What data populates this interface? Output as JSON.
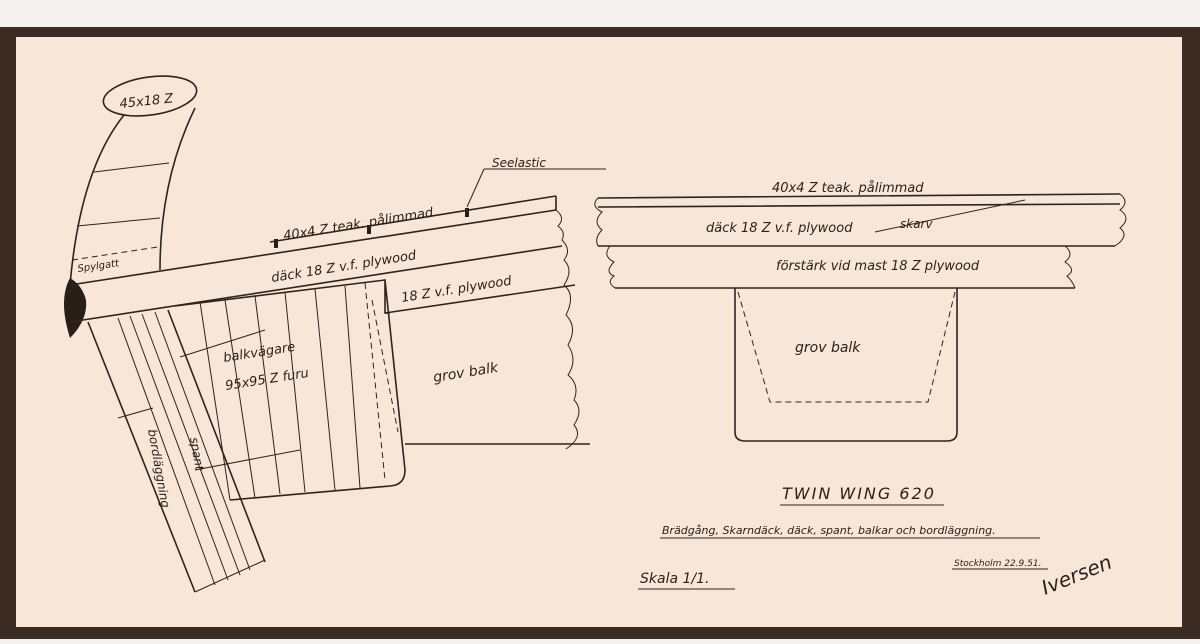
{
  "drawing": {
    "left_section": {
      "rail_label": "45x18 Z",
      "seelastic_label": "Seelastic",
      "teak_label": "40x4 Z teak. pålimmad",
      "scupper_label": "Spylgatt",
      "deck_label": "däck 18 Z v.f. plywood",
      "plywood_label": "18 Z v.f. plywood",
      "shelf_label_1": "balkvägare",
      "shelf_label_2": "95x95 Z furu",
      "beam_label": "grov balk",
      "planking_label": "bordläggning",
      "frame_label": "spant"
    },
    "right_section": {
      "teak_label": "40x4 Z teak. pålimmad",
      "deck_label": "däck 18 Z v.f. plywood",
      "joint_label": "skarv",
      "reinforcement_label": "förstärk vid mast 18 Z plywood",
      "beam_label": "grov balk"
    }
  },
  "title_block": {
    "title": "TWIN WING 620",
    "subtitle": "Brädgång, Skarndäck, däck, spant, balkar och bordläggning.",
    "scale": "Skala 1/1.",
    "place_date": "Stockholm 22.9.51.",
    "signature": "Iversen"
  }
}
